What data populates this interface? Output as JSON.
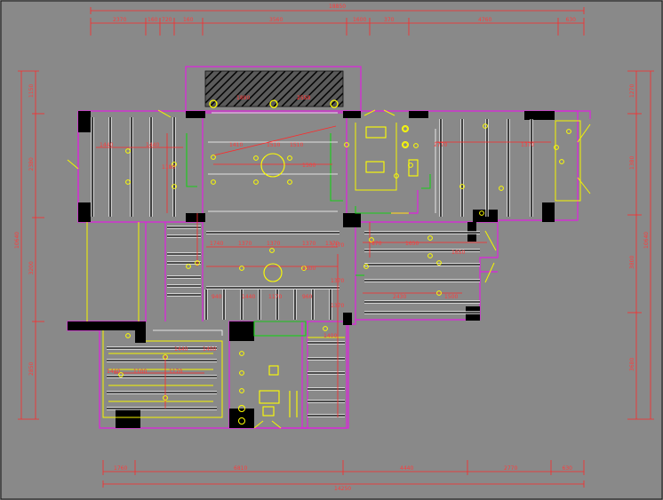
{
  "colors": {
    "background": "#898989",
    "wall_outline": "#e020e0",
    "wall_fill": "#000000",
    "ceiling_line": "#f5f500",
    "dimension": "#ff2a2a",
    "fixture": "#ffff00",
    "green": "#18d018",
    "white": "#ffffff",
    "grid": "#111111"
  },
  "dimensions": {
    "top_total": "18850",
    "top_segments": [
      "2370",
      "160",
      "720",
      "160",
      "3560",
      "1600",
      "370",
      "4760",
      "630"
    ],
    "bottom_total": "14250",
    "bottom_segments": [
      "1760",
      "6810",
      "4440",
      "2770",
      "630"
    ],
    "left_total": "10640",
    "left_segments": [
      "1150",
      "2380",
      "3200",
      "2850"
    ],
    "right_total": "10640",
    "right_segments": [
      "1270",
      "1380",
      "3800",
      "3680"
    ]
  },
  "labels": [
    "1890",
    "2550",
    "2550",
    "1410",
    "1440",
    "1180",
    "1440",
    "1510",
    "1510",
    "1500",
    "1740",
    "1370",
    "1370",
    "1370",
    "1370",
    "2500",
    "870",
    "1650",
    "1650",
    "2770",
    "1370",
    "2430",
    "1500",
    "1370",
    "1370",
    "1370",
    "940",
    "1440",
    "1170",
    "960",
    "1440",
    "1440",
    "1100",
    "1170",
    "1400",
    "1400"
  ]
}
